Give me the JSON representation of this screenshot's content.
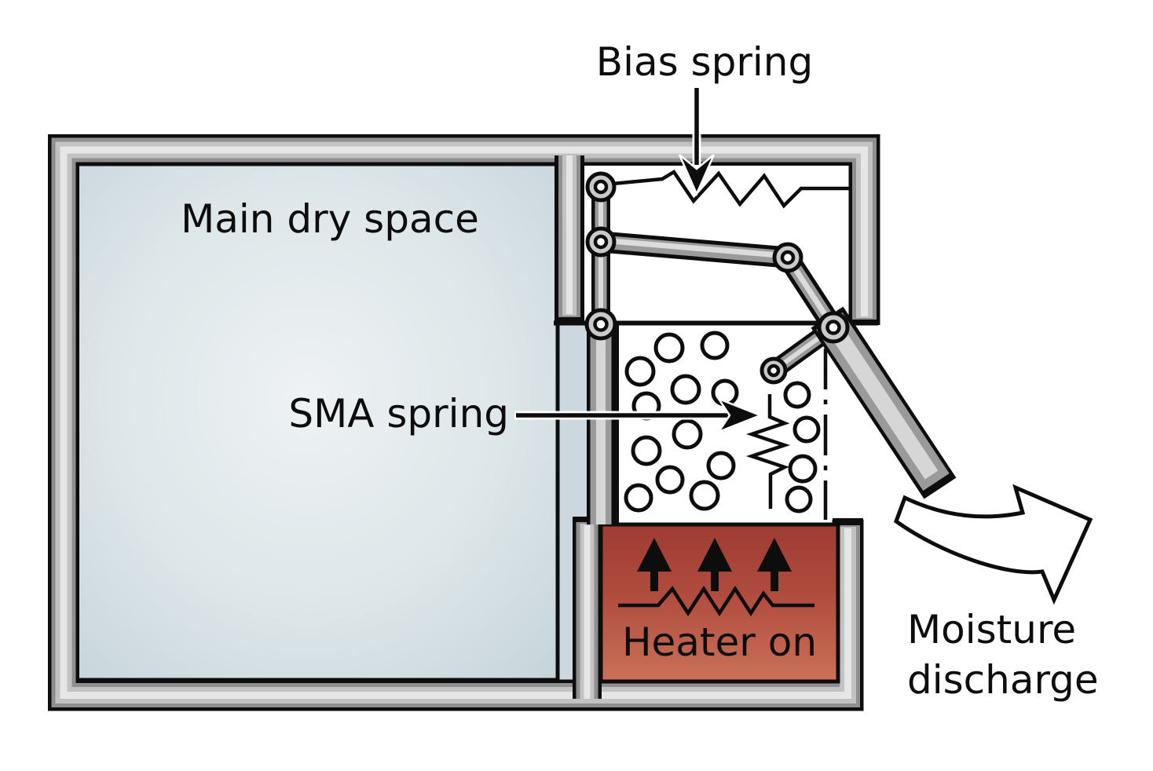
{
  "diagram": {
    "type": "mechanism-illustration",
    "subject": "SMA-spring actuated moisture discharge damper with heater",
    "labels": {
      "bias_spring": "Bias spring",
      "main_dry_space": "Main dry space",
      "sma_spring": "SMA spring",
      "heater_on": "Heater on",
      "moisture_line1": "Moisture",
      "moisture_line2": "discharge"
    },
    "icons": {
      "bias_pointer": "down-arrow-icon",
      "sma_pointer": "right-arrow-icon",
      "heat_flow": "up-arrow-icon",
      "discharge_flow": "curved-arrow-icon"
    },
    "colors": {
      "outline_black": "#0d0d0d",
      "wall_gray_dark": "#8f8f8f",
      "wall_gray_mid": "#c2c2c2",
      "wall_gray_light": "#e6e6e6",
      "link_gray": "#a8a8a8",
      "dry_space_blue_center": "#edf1f3",
      "dry_space_blue_edge": "#c7d5da",
      "dry_space_strip": "#ccd8dd",
      "heater_red_top": "#9e3b32",
      "heater_red_bottom": "#cb7159",
      "chamber_white": "#ffffff"
    }
  }
}
